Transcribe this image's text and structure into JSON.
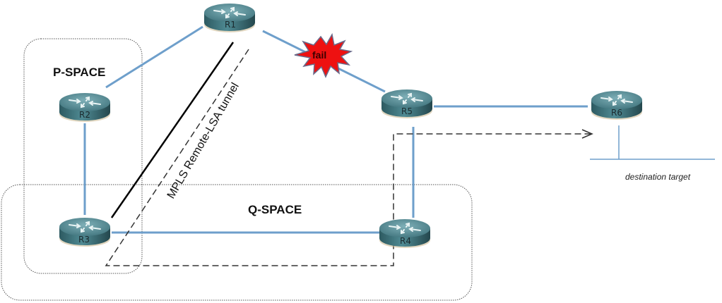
{
  "diagram": {
    "regions": {
      "p_space": {
        "label": "P-SPACE"
      },
      "q_space": {
        "label": "Q-SPACE"
      }
    },
    "routers": [
      {
        "id": "R1",
        "label": "R1"
      },
      {
        "id": "R2",
        "label": "R2"
      },
      {
        "id": "R3",
        "label": "R3"
      },
      {
        "id": "R4",
        "label": "R4"
      },
      {
        "id": "R5",
        "label": "R5"
      },
      {
        "id": "R6",
        "label": "R6"
      }
    ],
    "links": [
      {
        "from": "R1",
        "to": "R2"
      },
      {
        "from": "R1",
        "to": "R5",
        "status": "failed"
      },
      {
        "from": "R2",
        "to": "R3"
      },
      {
        "from": "R3",
        "to": "R4"
      },
      {
        "from": "R4",
        "to": "R5"
      },
      {
        "from": "R5",
        "to": "R6"
      }
    ],
    "failure": {
      "label": "fail",
      "color": "#ee1111"
    },
    "tunnel": {
      "label": "MPLS Remote-LSA tunnel",
      "from": "R3",
      "to": "R1"
    },
    "destination": {
      "label": "destination target"
    },
    "colors": {
      "link": "#6e9fcb",
      "router_body": "#3f7680",
      "fail": "#ee1111"
    }
  }
}
